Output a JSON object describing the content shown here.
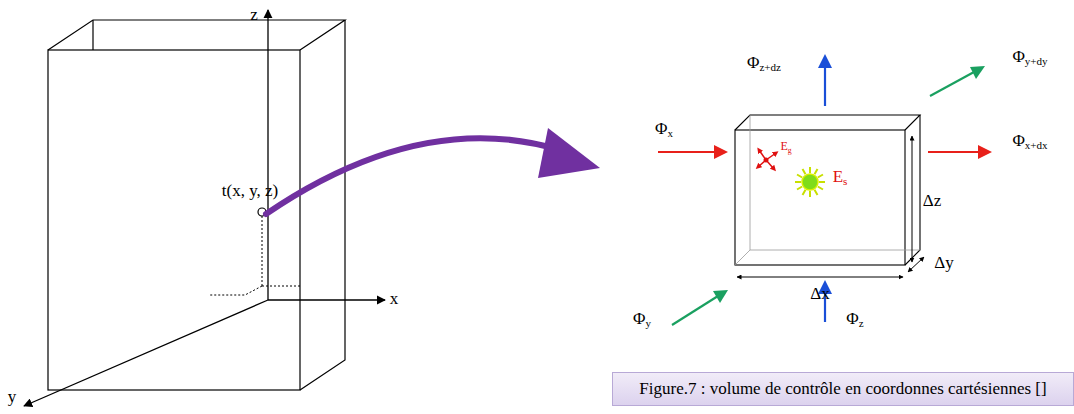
{
  "diagram": {
    "caption": "Figure.7 : volume de contrôle en coordonnes cartésiennes []",
    "labels": [
      "z",
      "t(x, y, z)",
      "x",
      "y",
      "Φz+dz",
      "Φy+dy",
      "Φx",
      "Eg",
      "Es",
      "Δz",
      "Φx+dx",
      "Δy",
      "Δx",
      "Φy",
      "Φz"
    ]
  }
}
